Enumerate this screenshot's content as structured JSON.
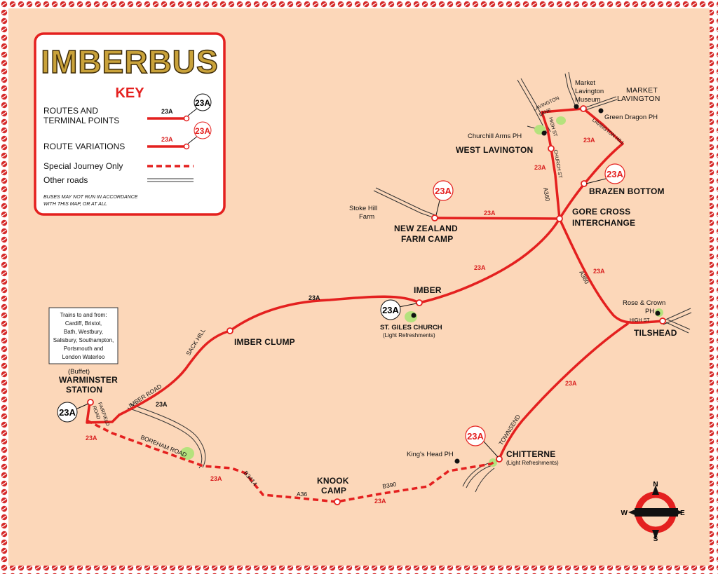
{
  "title": "IMBERBUS",
  "key": {
    "heading": "KEY",
    "rows": [
      {
        "label_line1": "ROUTES AND",
        "label_line2": "TERMINAL POINTS",
        "route_no": "23A"
      },
      {
        "label_line1": "ROUTE VARIATIONS",
        "label_line2": "",
        "route_no": "23A"
      },
      {
        "label_line1": "Special Journey Only",
        "label_line2": "",
        "route_no": ""
      },
      {
        "label_line1": "Other roads",
        "label_line2": "",
        "route_no": ""
      }
    ],
    "disclaimer_line1": "BUSES MAY NOT RUN IN ACCORDANCE",
    "disclaimer_line2": "WITH THIS MAP, OR AT ALL"
  },
  "trains_box": [
    "Trains to and from:",
    "Cardiff, Bristol,",
    "Bath, Westbury,",
    "Salisbury, Southampton,",
    "Portsmouth and",
    "London Waterloo"
  ],
  "places": {
    "warminster": {
      "line1": "WARMINSTER",
      "line2": "STATION",
      "note": "(Buffet)"
    },
    "imber_clump": "IMBER CLUMP",
    "imber": "IMBER",
    "st_giles_line1": "ST. GILES CHURCH",
    "st_giles_line2": "(Light Refreshments)",
    "nz_farm_line1": "NEW ZEALAND",
    "nz_farm_line2": "FARM CAMP",
    "stoke_hill_line1": "Stoke Hill",
    "stoke_hill_line2": "Farm",
    "gore_cross_line1": "GORE CROSS",
    "gore_cross_line2": "INTERCHANGE",
    "brazen_bottom": "BRAZEN BOTTOM",
    "west_lavington": "WEST LAVINGTON",
    "churchill_arms": "Churchill Arms PH",
    "museum_line1": "Market",
    "museum_line2": "Lavington",
    "museum_line3": "Museum",
    "market_lavington_line1": "MARKET",
    "market_lavington_line2": "LAVINGTON",
    "green_dragon": "Green Dragon PH",
    "tilshead": "TILSHEAD",
    "rose_crown_line1": "Rose & Crown",
    "rose_crown_line2": "PH",
    "chitterne": "CHITTERNE",
    "chitterne_note": "(Light Refreshments)",
    "kings_head": "King's Head PH",
    "knook_line1": "KNOOK",
    "knook_line2": "CAMP"
  },
  "roads": {
    "fairfield_1": "FAIRFIELD",
    "fairfield_2": "ROAD",
    "imber_road": "IMBER ROAD",
    "sack_hill": "SACK HILL",
    "boreham_road": "BOREHAM ROAD",
    "b3414": "B3414",
    "a36": "A36",
    "b390": "B390",
    "townsend": "TOWNSEND",
    "a360_north": "A360",
    "a360_south": "A360",
    "church_st": "CHURCH ST",
    "high_st_wl": "HIGH ST",
    "lavington_lane_1": "LAVINGTON",
    "lavington_lane_2": "LANE",
    "lavington_hill": "LAVINGTON HILL",
    "high_st_tilshead": "HIGH ST"
  },
  "route_label": "23A",
  "compass": {
    "n": "N",
    "s": "S",
    "e": "E",
    "w": "W"
  },
  "colors": {
    "background": "#fcd7b9",
    "route": "#e4201f",
    "green": "#b5e27d",
    "border": "#d62b2b"
  }
}
